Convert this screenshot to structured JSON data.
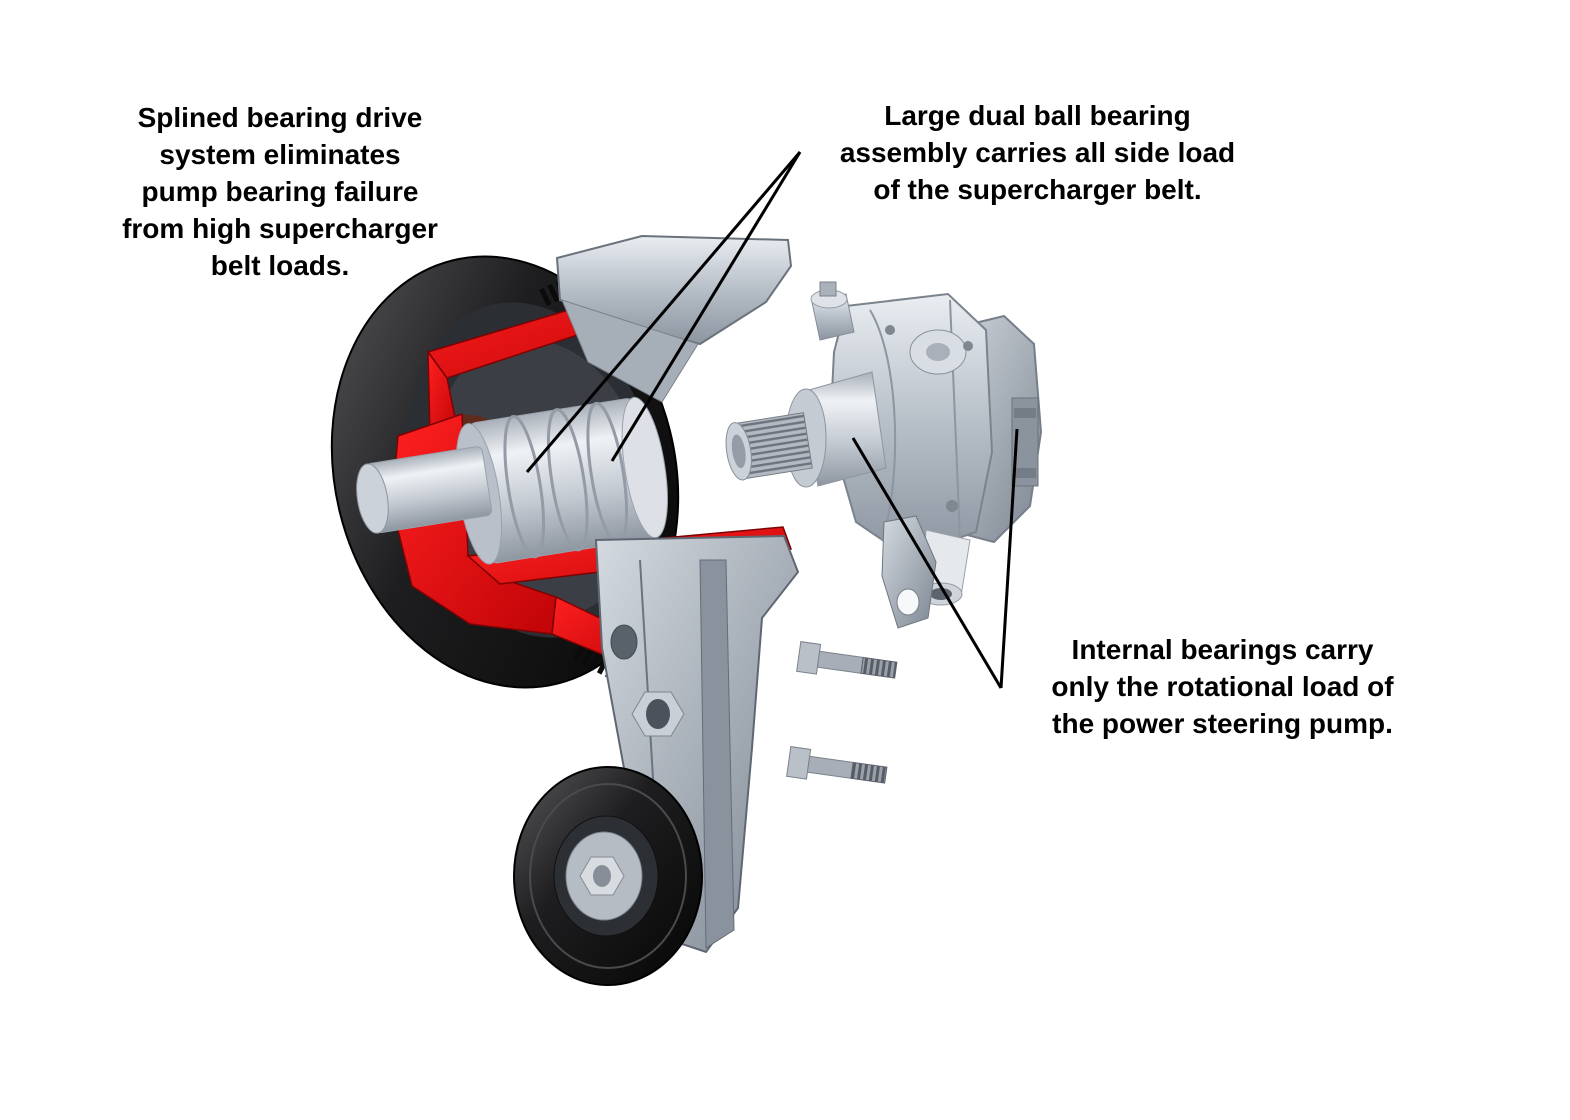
{
  "callouts": {
    "splined_bearing": {
      "text": "Splined bearing drive\nsystem eliminates\npump bearing failure\nfrom high supercharger\nbelt loads."
    },
    "dual_ball_bearing": {
      "text": "Large dual ball bearing\nassembly carries all side load\nof the supercharger belt."
    },
    "internal_bearings": {
      "text": "Internal bearings carry\nonly the rotational load of\nthe power steering pump."
    }
  },
  "colors": {
    "background": "#ffffff",
    "cutaway_red": "#d90a0c",
    "pulley_black": "#141414",
    "metal_gray": "#b6bec7",
    "leader_line": "#000000"
  }
}
